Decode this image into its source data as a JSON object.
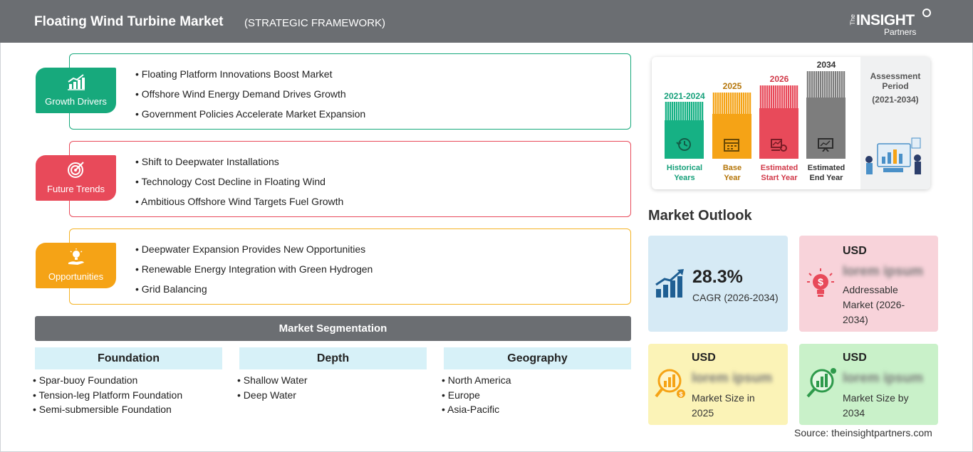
{
  "header": {
    "title": "Floating Wind Turbine Market",
    "subtitle": "(STRATEGIC FRAMEWORK)",
    "logo": {
      "the": "The",
      "insight": "INSIGHT",
      "partners": "Partners"
    }
  },
  "categories": [
    {
      "label": "Growth Drivers",
      "color": "#17a97c",
      "icon": "growth-chart-icon",
      "items": [
        "Floating Platform Innovations Boost Market",
        "Offshore Wind Energy Demand Drives Growth",
        "Government Policies Accelerate Market Expansion"
      ]
    },
    {
      "label": "Future Trends",
      "color": "#e84a5a",
      "icon": "target-icon",
      "items": [
        "Shift to Deepwater Installations",
        "Technology Cost Decline in Floating Wind",
        "Ambitious Offshore Wind Targets Fuel Growth"
      ]
    },
    {
      "label": "Opportunities",
      "color": "#f5a316",
      "icon": "idea-hand-icon",
      "items": [
        "Deepwater Expansion Provides New Opportunities",
        "Renewable Energy Integration with Green Hydrogen",
        "Grid Balancing"
      ]
    }
  ],
  "segmentation": {
    "title": "Market Segmentation",
    "columns": [
      {
        "heading": "Foundation",
        "items": [
          "Spar-buoy Foundation",
          "Tension-leg Platform Foundation",
          "Semi-submersible Foundation"
        ]
      },
      {
        "heading": "Depth",
        "items": [
          "Shallow Water",
          "Deep Water"
        ]
      },
      {
        "heading": "Geography",
        "items": [
          "North America",
          "Europe",
          "Asia-Pacific"
        ]
      }
    ]
  },
  "timeline": {
    "bars": [
      {
        "year": "2021-2024",
        "label1": "Historical",
        "label2": "Years",
        "color": "#16b184",
        "year_color": "#16a07a",
        "icon": "history-icon"
      },
      {
        "year": "2025",
        "label1": "Base",
        "label2": "Year",
        "color": "#f5a316",
        "year_color": "#b5760a",
        "icon": "calendar-icon"
      },
      {
        "year": "2026",
        "label1": "Estimated",
        "label2": "Start Year",
        "color": "#e84a5a",
        "year_color": "#d13a4a",
        "icon": "forecast-icon"
      },
      {
        "year": "2034",
        "label1": "Estimated",
        "label2": "End Year",
        "color": "#7d7d7d",
        "year_color": "#333333",
        "icon": "presentation-icon"
      }
    ],
    "assessment_title": "Assessment Period",
    "assessment_range": "(2021-2034)"
  },
  "outlook": {
    "title": "Market Outlook",
    "cagr": {
      "value": "28.3%",
      "label": "CAGR (2026-2034)",
      "color": "#d6eaf5"
    },
    "addressable": {
      "usd": "USD",
      "value": "lorem ipsum",
      "label": "Addressable Market (2026-2034)",
      "color": "#f8d3da"
    },
    "size2025": {
      "usd": "USD",
      "value": "lorem ipsum",
      "label": "Market Size in 2025",
      "color": "#fbf3b7"
    },
    "size2034": {
      "usd": "USD",
      "value": "lorem ipsum",
      "label": "Market Size by 2034",
      "color": "#c9f1c9"
    }
  },
  "source": "Source: theinsightpartners.com"
}
